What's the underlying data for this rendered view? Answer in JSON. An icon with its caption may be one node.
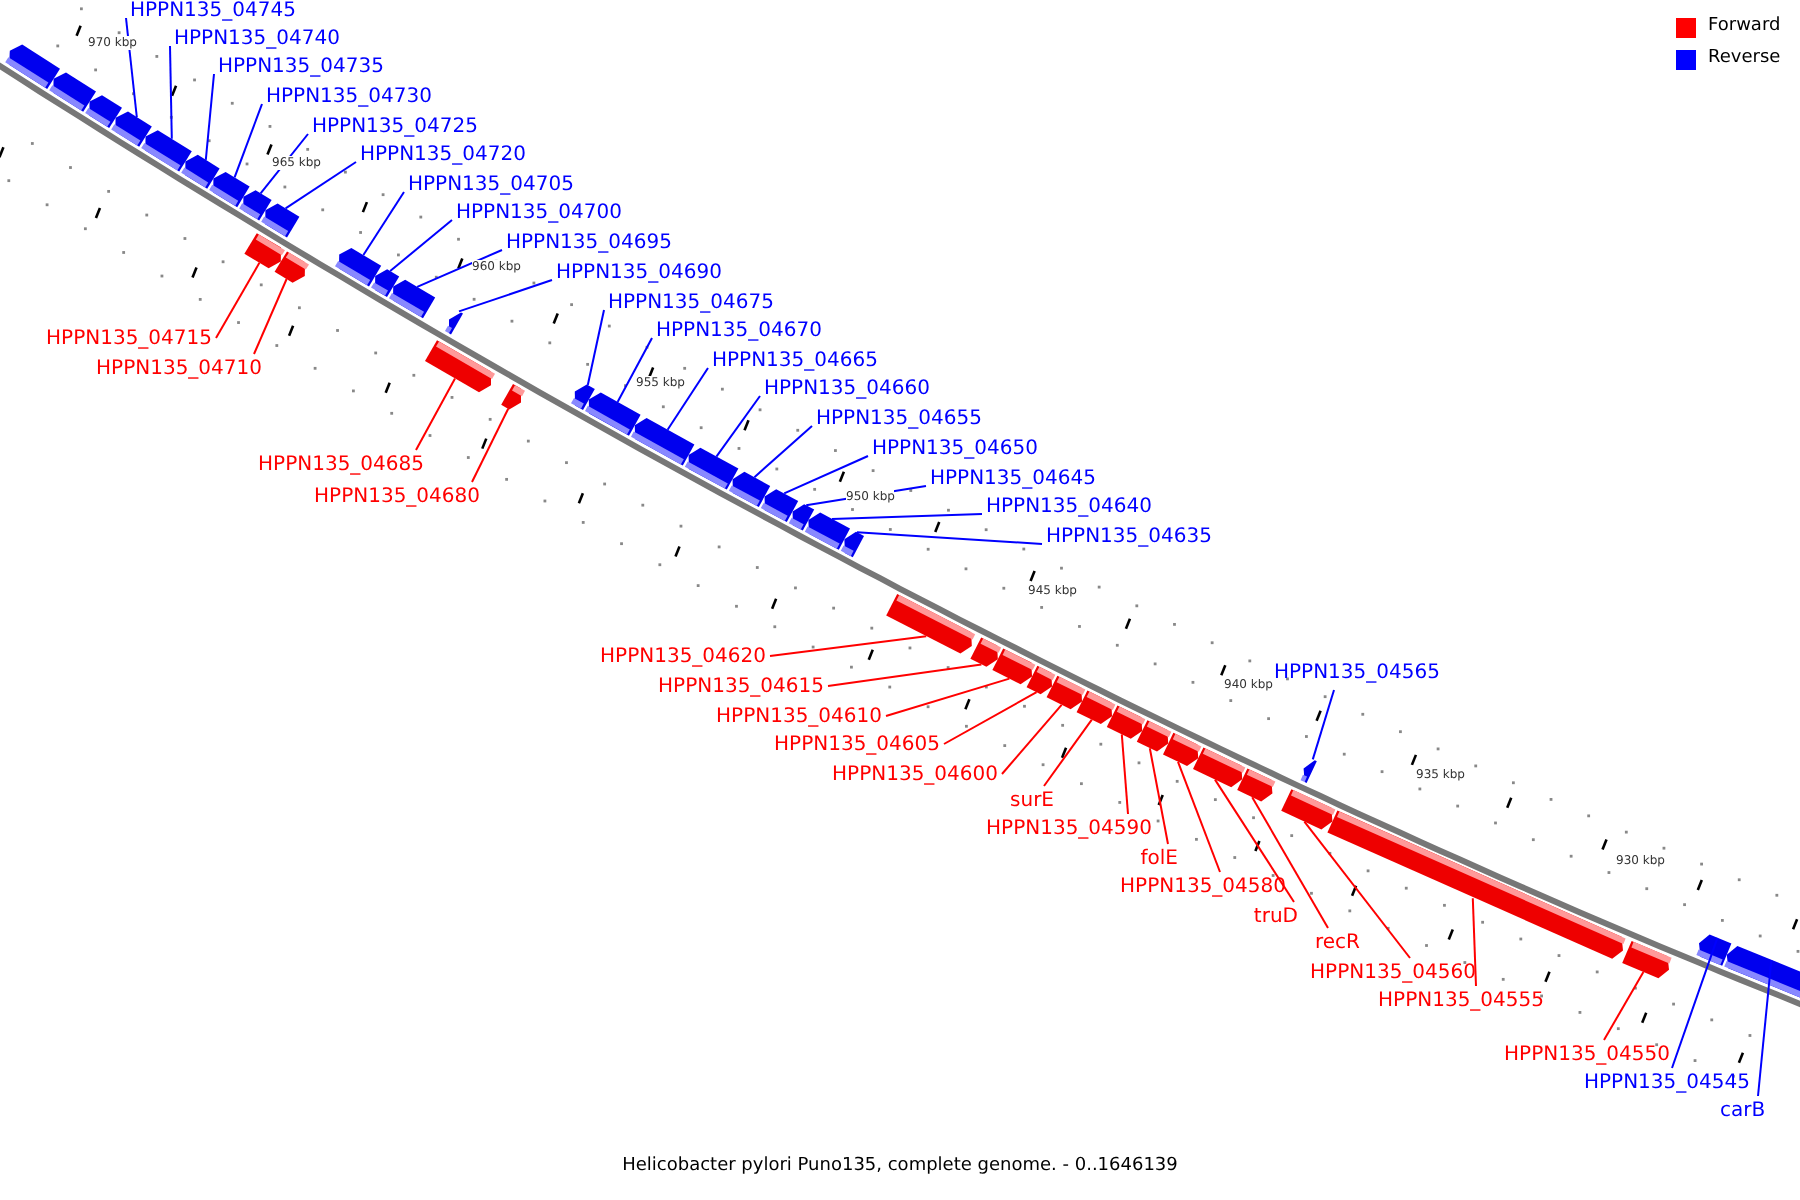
{
  "diagram": {
    "caption": "Helicobacter pylori Puno135, complete genome. - 0..1646139",
    "nodes": [
      {
        "text": [
          "HPPN135_04745"
        ]
      },
      {
        "text": [
          "HPPN135_04740"
        ]
      },
      {
        "text": [
          "HPPN135_04735"
        ]
      },
      {
        "text": [
          "HPPN135_04730"
        ]
      },
      {
        "text": [
          "HPPN135_04725"
        ]
      },
      {
        "text": [
          "HPPN135_04720"
        ]
      },
      {
        "text": [
          "HPPN135_04705"
        ]
      },
      {
        "text": [
          "HPPN135_04700"
        ]
      },
      {
        "text": [
          "HPPN135_04695"
        ]
      },
      {
        "text": [
          "HPPN135_04690"
        ]
      },
      {
        "text": [
          "HPPN135_04675"
        ]
      },
      {
        "text": [
          "HPPN135_04670"
        ]
      },
      {
        "text": [
          "HPPN135_04715"
        ]
      },
      {
        "text": [
          "HPPN135_04665"
        ]
      },
      {
        "text": [
          "HPPN135_04710"
        ]
      },
      {
        "text": [
          "HPPN135_04660"
        ]
      },
      {
        "text": [
          "HPPN135_04655"
        ]
      },
      {
        "text": [
          "HPPN135_04650"
        ]
      },
      {
        "text": [
          "HPPN135_04685"
        ]
      },
      {
        "text": [
          "HPPN135_04645"
        ]
      },
      {
        "text": [
          "HPPN135_04680"
        ]
      },
      {
        "text": [
          "HPPN135_04640"
        ]
      },
      {
        "text": [
          "HPPN135_04635"
        ]
      },
      {
        "text": [
          "HPPN135_04620"
        ]
      },
      {
        "text": [
          "HPPN135_04565"
        ]
      },
      {
        "text": [
          "HPPN135_04615"
        ]
      },
      {
        "text": [
          "HPPN135_04610"
        ]
      },
      {
        "text": [
          "HPPN135_04605"
        ]
      },
      {
        "text": [
          "HPPN135_04600"
        ]
      },
      {
        "text": [
          "surE"
        ]
      },
      {
        "text": [
          "HPPN135_04590"
        ]
      },
      {
        "text": [
          "folE"
        ]
      },
      {
        "text": [
          "HPPN135_04580"
        ]
      },
      {
        "text": [
          "truD"
        ]
      },
      {
        "text": [
          "recR"
        ]
      },
      {
        "text": [
          "HPPN135_04560"
        ]
      },
      {
        "text": [
          "HPPN135_04555"
        ]
      },
      {
        "text": [
          "HPPN135_04550"
        ]
      },
      {
        "text": [
          "HPPN135_04545"
        ]
      },
      {
        "text": [
          "carB"
        ]
      },
      {
        "text": [],
        "shape": "arrow"
      },
      {
        "text": [],
        "shape": "arrow"
      },
      {
        "text": [],
        "shape": "arrow"
      },
      {
        "text": [],
        "shape": "arrow"
      },
      {
        "text": [],
        "shape": "arrow"
      },
      {
        "text": [],
        "shape": "arrow"
      },
      {
        "text": [],
        "shape": "arrow"
      },
      {
        "text": [],
        "shape": "arrow"
      },
      {
        "text": [],
        "shape": "arrow"
      },
      {
        "text": [],
        "shape": "arrow"
      },
      {
        "text": [],
        "shape": "arrow"
      },
      {
        "text": [],
        "shape": "arrow"
      },
      {
        "text": [],
        "shape": "arrow"
      },
      {
        "text": [],
        "shape": "arrow"
      },
      {
        "text": [],
        "shape": "arrow"
      },
      {
        "text": [],
        "shape": "arrow"
      },
      {
        "text": [],
        "shape": "arrow"
      },
      {
        "text": [],
        "shape": "arrow"
      },
      {
        "text": [],
        "shape": "arrow"
      },
      {
        "text": [],
        "shape": "arrow"
      },
      {
        "text": [],
        "shape": "arrow"
      },
      {
        "text": [],
        "shape": "arrow"
      },
      {
        "text": [],
        "shape": "arrow"
      },
      {
        "text": [],
        "shape": "arrow"
      },
      {
        "text": [],
        "shape": "arrow"
      },
      {
        "text": [],
        "shape": "arrow"
      },
      {
        "text": [],
        "shape": "arrow"
      },
      {
        "text": [],
        "shape": "arrow"
      },
      {
        "text": [],
        "shape": "arrow"
      },
      {
        "text": [],
        "shape": "arrow"
      },
      {
        "text": [],
        "shape": "arrow"
      },
      {
        "text": [],
        "shape": "arrow"
      },
      {
        "text": [],
        "shape": "arrow"
      },
      {
        "text": [],
        "shape": "arrow"
      },
      {
        "text": [],
        "shape": "arrow"
      },
      {
        "text": [],
        "shape": "arrow"
      },
      {
        "text": [],
        "shape": "arrow"
      },
      {
        "text": [],
        "shape": "arrow"
      },
      {
        "text": [],
        "shape": "arrow"
      },
      {
        "text": [],
        "shape": "arrow"
      },
      {
        "text": [],
        "shape": "arrow"
      },
      {
        "text": [],
        "shape": "arrow"
      },
      {
        "text": [],
        "shape": "arrow"
      }
    ],
    "edges": [
      {
        "from": 0,
        "to": 43,
        "arrow": "none"
      },
      {
        "from": 1,
        "to": 44,
        "arrow": "none"
      },
      {
        "from": 2,
        "to": 45,
        "arrow": "none"
      },
      {
        "from": 3,
        "to": 46,
        "arrow": "none"
      },
      {
        "from": 4,
        "to": 47,
        "arrow": "none"
      },
      {
        "from": 5,
        "to": 48,
        "arrow": "none"
      },
      {
        "from": 6,
        "to": 51,
        "arrow": "none"
      },
      {
        "from": 7,
        "to": 52,
        "arrow": "none"
      },
      {
        "from": 8,
        "to": 53,
        "arrow": "none"
      },
      {
        "from": 9,
        "to": 54,
        "arrow": "none"
      },
      {
        "from": 10,
        "to": 57,
        "arrow": "none"
      },
      {
        "from": 11,
        "to": 58,
        "arrow": "none"
      },
      {
        "from": 12,
        "to": 49,
        "arrow": "none",
        "color": "#ff0000"
      },
      {
        "from": 13,
        "to": 59,
        "arrow": "none"
      },
      {
        "from": 14,
        "to": 50,
        "arrow": "none",
        "color": "#ff0000"
      },
      {
        "from": 15,
        "to": 60,
        "arrow": "none"
      },
      {
        "from": 16,
        "to": 61,
        "arrow": "none"
      },
      {
        "from": 17,
        "to": 62,
        "arrow": "none"
      },
      {
        "from": 18,
        "to": 55,
        "arrow": "none",
        "color": "#ff0000"
      },
      {
        "from": 19,
        "to": 63,
        "arrow": "none"
      },
      {
        "from": 20,
        "to": 56,
        "arrow": "none",
        "color": "#ff0000"
      },
      {
        "from": 21,
        "to": 64,
        "arrow": "none"
      },
      {
        "from": 22,
        "to": 65,
        "arrow": "none"
      },
      {
        "from": 23,
        "to": 66,
        "arrow": "none",
        "color": "#ff0000"
      },
      {
        "from": 24,
        "to": 78,
        "arrow": "none"
      },
      {
        "from": 25,
        "to": 67,
        "arrow": "none",
        "color": "#ff0000"
      },
      {
        "from": 26,
        "to": 68,
        "arrow": "none",
        "color": "#ff0000"
      },
      {
        "from": 27,
        "to": 69,
        "arrow": "none",
        "color": "#ff0000"
      },
      {
        "from": 28,
        "to": 70,
        "arrow": "none",
        "color": "#ff0000"
      },
      {
        "from": 29,
        "to": 71,
        "arrow": "none",
        "color": "#ff0000"
      },
      {
        "from": 30,
        "to": 72,
        "arrow": "none",
        "color": "#ff0000"
      },
      {
        "from": 31,
        "to": 73,
        "arrow": "none",
        "color": "#ff0000"
      },
      {
        "from": 32,
        "to": 74,
        "arrow": "none",
        "color": "#ff0000"
      },
      {
        "from": 33,
        "to": 75,
        "arrow": "none",
        "color": "#ff0000"
      },
      {
        "from": 34,
        "to": 76,
        "arrow": "none",
        "color": "#ff0000"
      },
      {
        "from": 35,
        "to": 77,
        "arrow": "none",
        "color": "#ff0000"
      },
      {
        "from": 36,
        "to": 79,
        "arrow": "none",
        "color": "#ff0000"
      },
      {
        "from": 37,
        "to": 80,
        "arrow": "none",
        "color": "#ff0000"
      },
      {
        "from": 38,
        "to": 81,
        "arrow": "none"
      },
      {
        "from": 39,
        "to": 82,
        "arrow": "none"
      }
    ],
    "labels": [
      "970 kbp",
      "965 kbp",
      "960 kbp",
      "955 kbp",
      "950 kbp",
      "945 kbp",
      "940 kbp",
      "935 kbp",
      "930 kbp"
    ],
    "legend": [
      {
        "text": "Forward",
        "color": "#ff0000"
      },
      {
        "text": "Reverse",
        "color": "#0000ff"
      }
    ]
  }
}
